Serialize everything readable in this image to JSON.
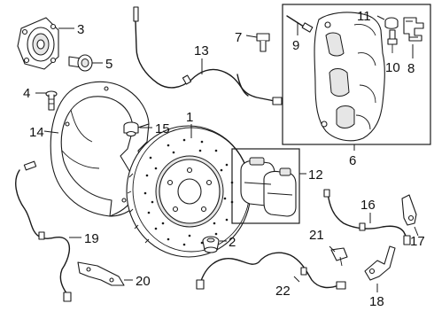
{
  "callouts": [
    {
      "id": "1",
      "label": "1"
    },
    {
      "id": "2",
      "label": "2"
    },
    {
      "id": "3",
      "label": "3"
    },
    {
      "id": "4",
      "label": "4"
    },
    {
      "id": "5",
      "label": "5"
    },
    {
      "id": "6",
      "label": "6"
    },
    {
      "id": "7",
      "label": "7"
    },
    {
      "id": "8",
      "label": "8"
    },
    {
      "id": "9",
      "label": "9"
    },
    {
      "id": "10",
      "label": "10"
    },
    {
      "id": "11",
      "label": "11"
    },
    {
      "id": "12",
      "label": "12"
    },
    {
      "id": "13",
      "label": "13"
    },
    {
      "id": "14",
      "label": "14"
    },
    {
      "id": "15",
      "label": "15"
    },
    {
      "id": "16",
      "label": "16"
    },
    {
      "id": "17",
      "label": "17"
    },
    {
      "id": "18",
      "label": "18"
    },
    {
      "id": "19",
      "label": "19"
    },
    {
      "id": "20",
      "label": "20"
    },
    {
      "id": "21",
      "label": "21"
    },
    {
      "id": "22",
      "label": "22"
    }
  ],
  "colors": {
    "line": "#1a1a1a",
    "background": "#ffffff"
  }
}
